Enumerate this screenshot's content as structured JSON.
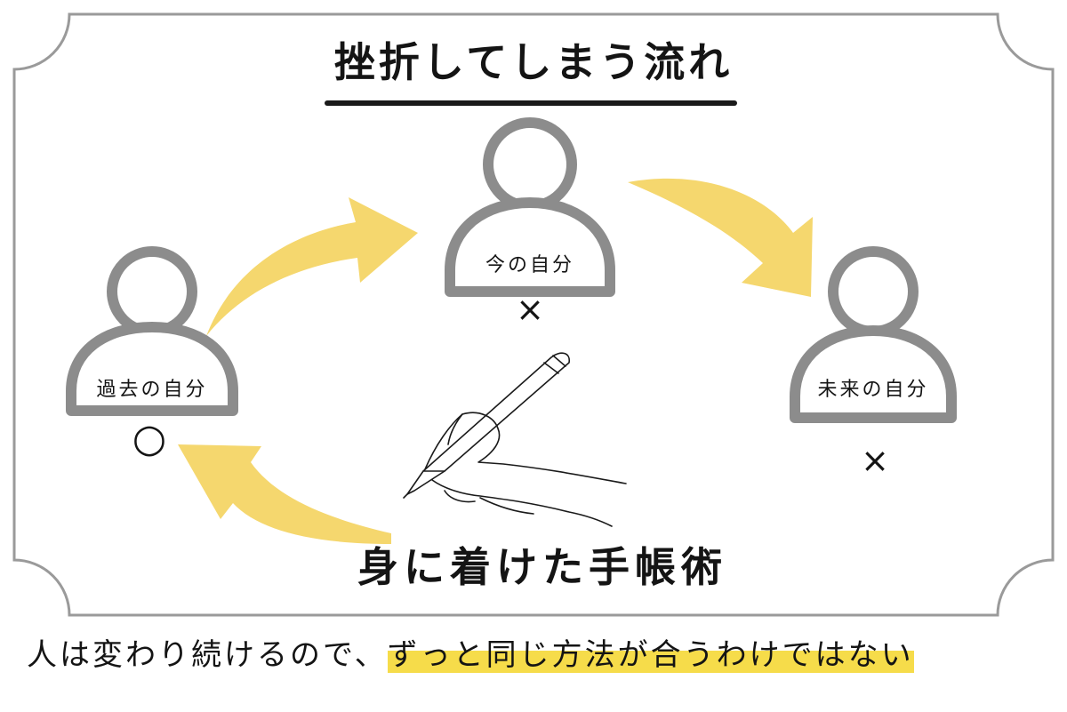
{
  "title": "挫折してしまう流れ",
  "people": {
    "past": {
      "label": "過去の自分",
      "mark": "○"
    },
    "present": {
      "label": "今の自分",
      "mark": "×"
    },
    "future": {
      "label": "未来の自分",
      "mark": "×"
    }
  },
  "method_label": "身に着けた手帳術",
  "footer": {
    "plain": "人は変わり続けるので、",
    "highlighted": "ずっと同じ方法が合うわけではない"
  },
  "colors": {
    "arrow": "#f5d76e",
    "outline": "#8c8c8c",
    "highlight": "#f6dc4a",
    "frame": "#9a9a9a"
  }
}
